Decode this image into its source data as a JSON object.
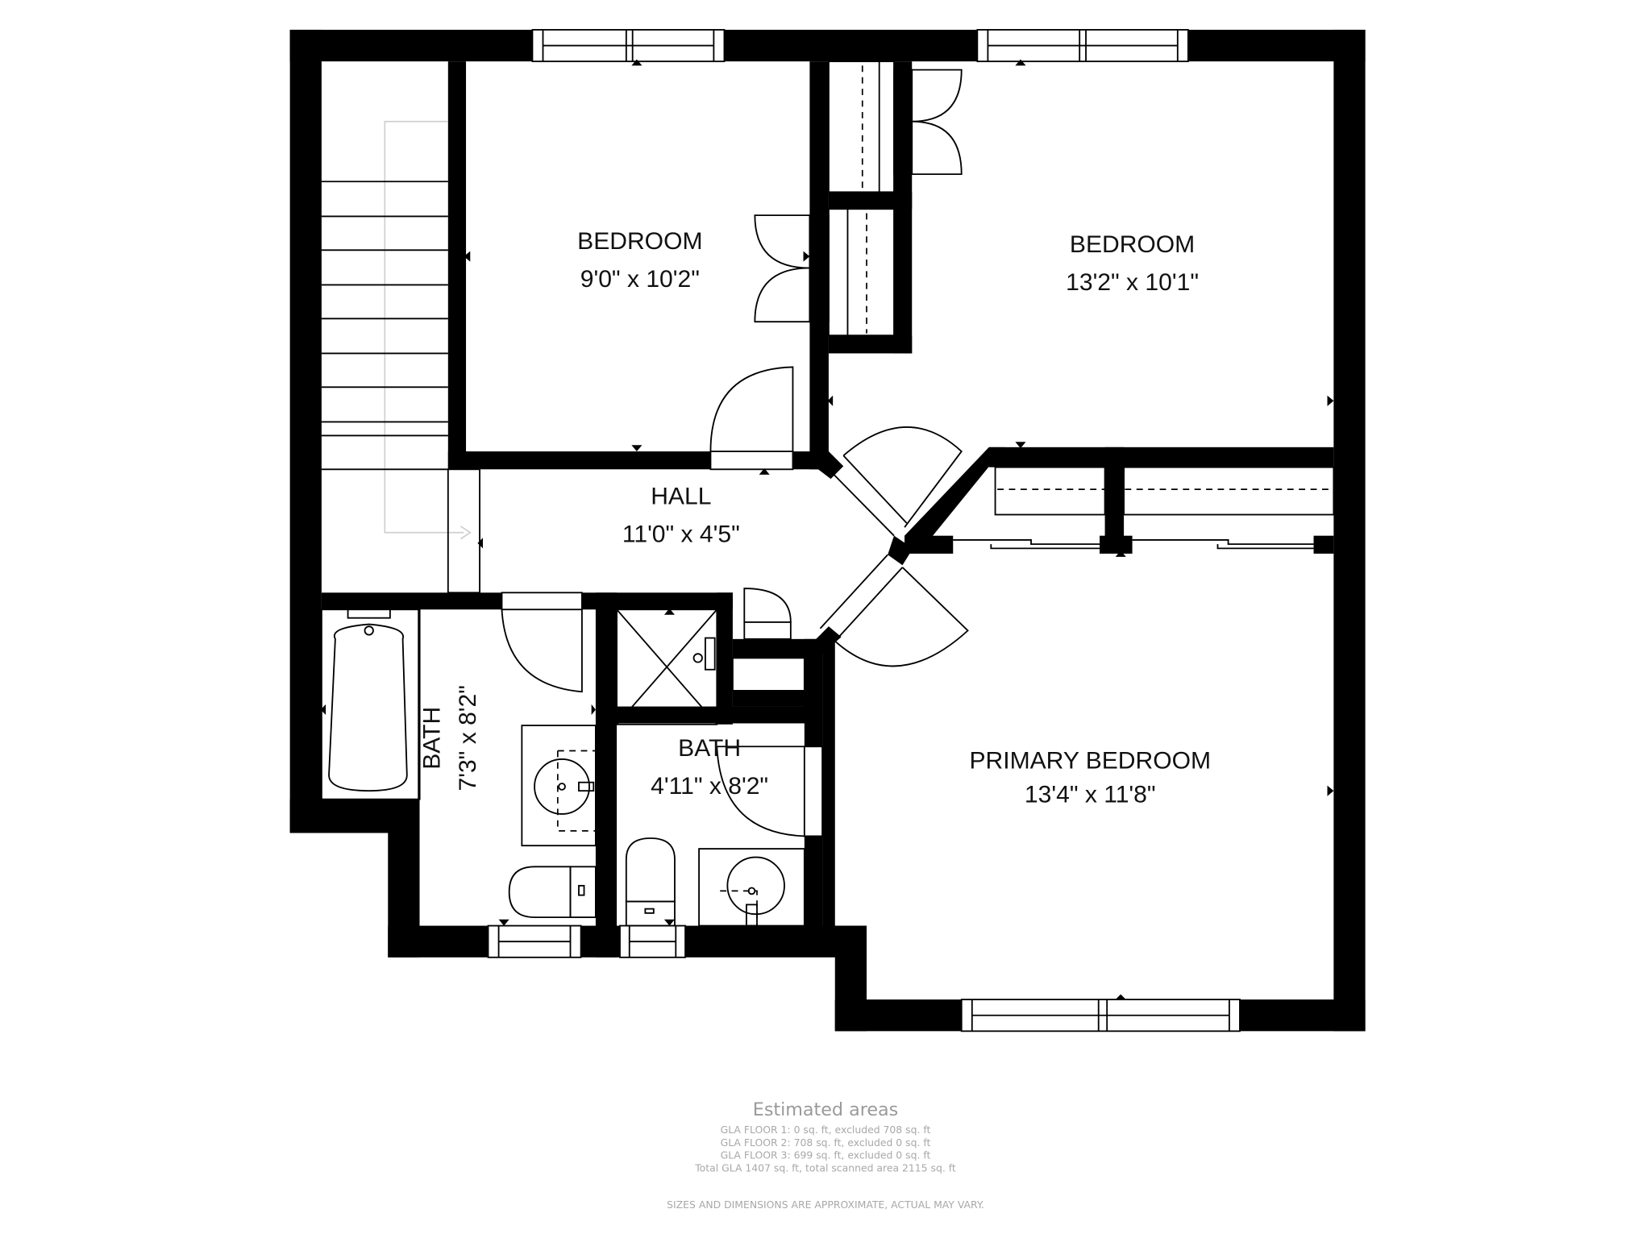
{
  "floorplan": {
    "rooms": [
      {
        "name": "BEDROOM",
        "dimensions": "9'0\" x 10'2\""
      },
      {
        "name": "BEDROOM",
        "dimensions": "13'2\" x 10'1\""
      },
      {
        "name": "HALL",
        "dimensions": "11'0\" x 4'5\""
      },
      {
        "name": "BATH",
        "dimensions": "7'3\" x 8'2\""
      },
      {
        "name": "BATH",
        "dimensions": "4'11\" x 8'2\""
      },
      {
        "name": "PRIMARY BEDROOM",
        "dimensions": "13'4\" x 11'8\""
      }
    ],
    "fixtures": [
      "stairs",
      "bathtub",
      "shower",
      "toilet",
      "toilet",
      "sink",
      "sink",
      "closet",
      "closet",
      "closet",
      "closet",
      "window",
      "window",
      "window",
      "window",
      "window"
    ],
    "colors": {
      "wall": "#000000",
      "background": "#ffffff",
      "footer_text": "#a0a0a0"
    }
  },
  "footer": {
    "title": "Estimated areas",
    "lines": [
      "GLA FLOOR 1: 0 sq. ft, excluded 708 sq. ft",
      "GLA FLOOR 2: 708 sq. ft, excluded 0 sq. ft",
      "GLA FLOOR 3: 699 sq. ft, excluded 0 sq. ft",
      "Total GLA 1407 sq. ft, total scanned area 2115 sq. ft"
    ],
    "disclaimer": "SIZES AND DIMENSIONS ARE APPROXIMATE, ACTUAL MAY VARY."
  }
}
